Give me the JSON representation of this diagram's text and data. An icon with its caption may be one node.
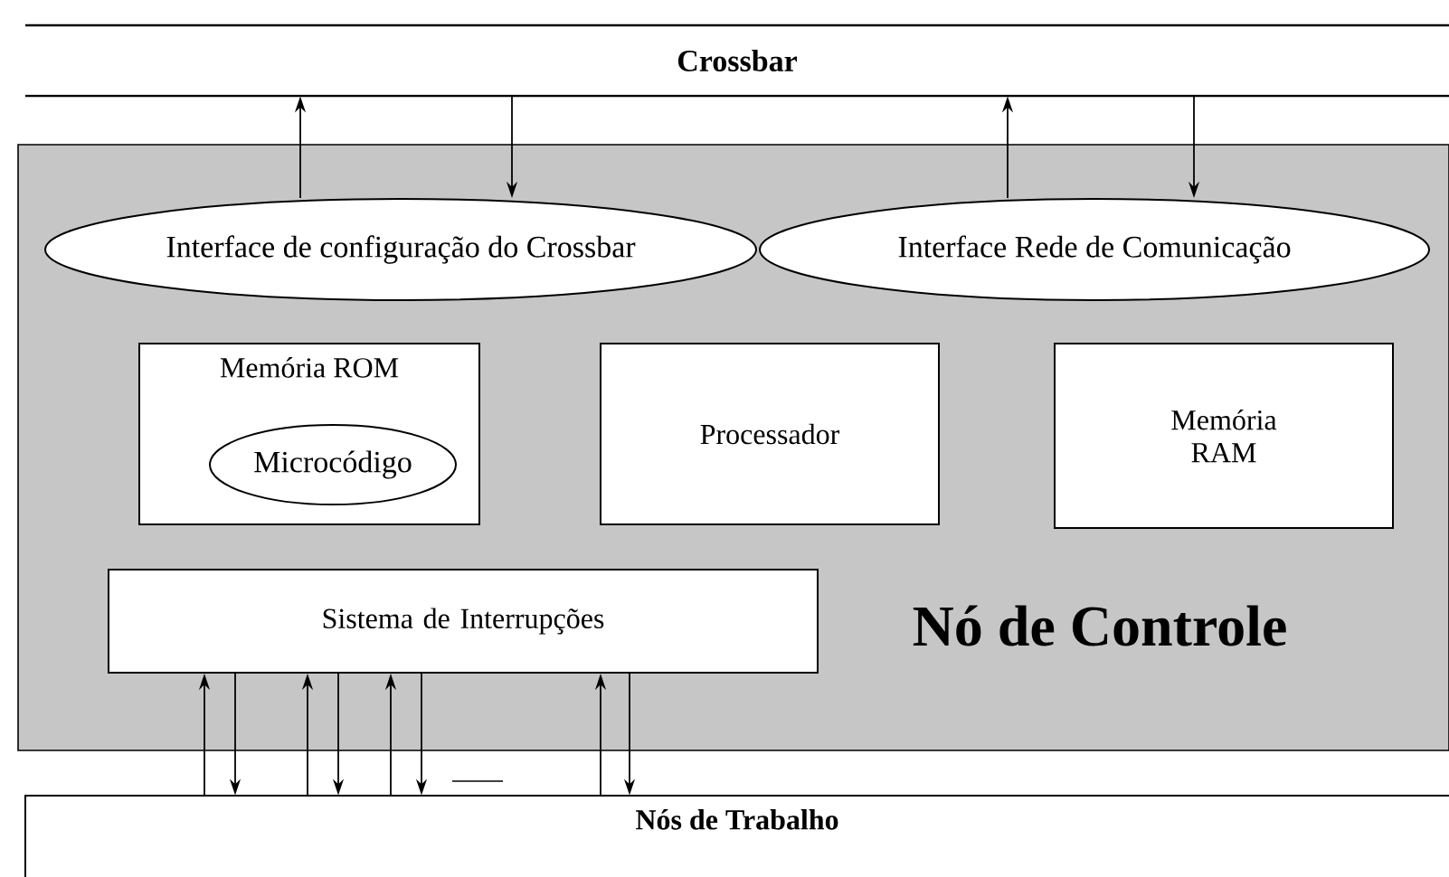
{
  "diagram": {
    "nodes": [
      {
        "text": [
          "Crossbar"
        ]
      },
      {
        "text": [
          "Nó de Controle"
        ]
      },
      {
        "text": [
          "Interface de configuração do Crossbar"
        ],
        "in": 1
      },
      {
        "text": [
          "Interface Rede de Comunicação"
        ],
        "in": 1
      },
      {
        "text": [
          "Memória ROM"
        ],
        "in": 1
      },
      {
        "text": [
          "Microcódigo"
        ],
        "in": 4
      },
      {
        "text": [
          "Processador"
        ],
        "in": 1
      },
      {
        "text": [
          "Memória RAM"
        ],
        "in": 1
      },
      {
        "text": [
          "Sistema de Interrupções"
        ],
        "in": 1
      },
      {
        "text": [
          "Nós de Trabalho"
        ]
      }
    ],
    "edges": [
      {
        "from": 2,
        "to": 0,
        "arrow": "to"
      },
      {
        "from": 0,
        "to": 2,
        "arrow": "to"
      },
      {
        "from": 3,
        "to": 0,
        "arrow": "to"
      },
      {
        "from": 0,
        "to": 3,
        "arrow": "to"
      },
      {
        "from": 9,
        "to": 8,
        "arrow": "to"
      },
      {
        "from": 8,
        "to": 9,
        "arrow": "to"
      },
      {
        "from": 9,
        "to": 8,
        "arrow": "to"
      },
      {
        "from": 8,
        "to": 9,
        "arrow": "to"
      },
      {
        "from": 9,
        "to": 8,
        "arrow": "to"
      },
      {
        "from": 8,
        "to": 9,
        "arrow": "to"
      },
      {
        "from": 9,
        "to": 8,
        "arrow": "to"
      },
      {
        "from": 8,
        "to": 9,
        "arrow": "to"
      }
    ]
  }
}
